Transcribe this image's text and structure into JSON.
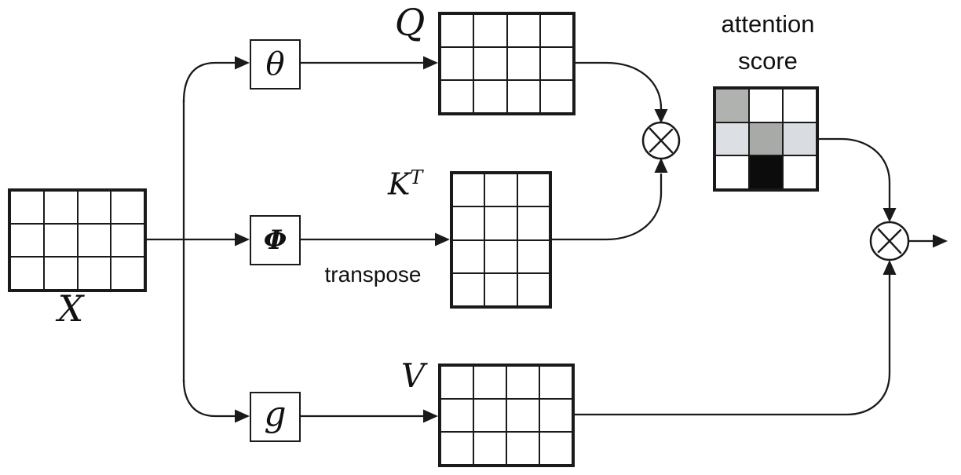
{
  "nodes": {
    "input_label": "X",
    "theta_label": "θ",
    "phi_label": "Φ",
    "g_label": "g",
    "query_label": "Q",
    "key_label_base": "K",
    "key_label_sup": "T",
    "value_label": "V",
    "transpose_label": "transpose",
    "attention_label_line1": "attention",
    "attention_label_line2": "score"
  },
  "matrices": {
    "X": {
      "rows": 3,
      "cols": 4
    },
    "Q": {
      "rows": 3,
      "cols": 4
    },
    "KT": {
      "rows": 4,
      "cols": 3
    },
    "V": {
      "rows": 3,
      "cols": 4
    },
    "attention_score": {
      "rows": 3,
      "cols": 3,
      "cell_colors": [
        [
          "#b0b2b0",
          "#ffffff",
          "#ffffff"
        ],
        [
          "#dcdfe3",
          "#a8aaa8",
          "#d9dce1"
        ],
        [
          "#ffffff",
          "#0c0c0c",
          "#ffffff"
        ]
      ]
    }
  },
  "colors": {
    "background": "#ffffff",
    "line": "#1a1a1a",
    "cell_white": "#ffffff",
    "cell_gray_medium": "#a8aaa8",
    "cell_gray_light": "#dcdfe3",
    "cell_black": "#0c0c0c"
  }
}
